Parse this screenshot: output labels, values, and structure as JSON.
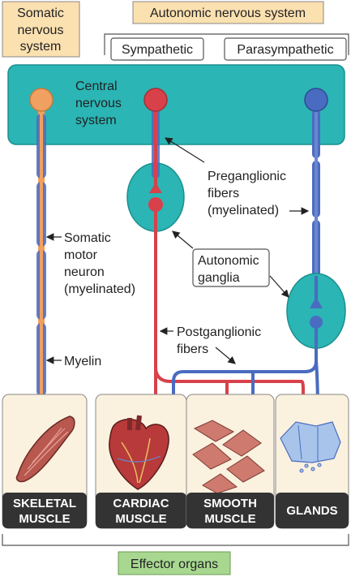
{
  "headers": {
    "somatic_line1": "Somatic",
    "somatic_line2": "nervous",
    "somatic_line3": "system",
    "autonomic": "Autonomic nervous system",
    "sympathetic": "Sympathetic",
    "parasympathetic": "Parasympathetic"
  },
  "cns": {
    "line1": "Central",
    "line2": "nervous",
    "line3": "system"
  },
  "callouts": {
    "preganglionic_line1": "Preganglionic",
    "preganglionic_line2": "fibers",
    "preganglionic_line3": "(myelinated)",
    "somatic_line1": "Somatic",
    "somatic_line2": "motor",
    "somatic_line3": "neuron",
    "somatic_line4": "(myelinated)",
    "ganglia_line1": "Autonomic",
    "ganglia_line2": "ganglia",
    "postganglionic_line1": "Postganglionic",
    "postganglionic_line2": "fibers",
    "myelin": "Myelin"
  },
  "organs": {
    "skeletal_line1": "SKELETAL",
    "skeletal_line2": "MUSCLE",
    "cardiac_line1": "CARDIAC",
    "cardiac_line2": "MUSCLE",
    "smooth_line1": "SMOOTH",
    "smooth_line2": "MUSCLE",
    "glands": "GLANDS"
  },
  "footer": "Effector organs",
  "colors": {
    "cns_fill": "#2bb5b5",
    "somatic": "#f0a060",
    "sympathetic": "#d8414a",
    "parasympathetic": "#4a6cc0",
    "header_fill": "#fbe0b0",
    "footer_fill": "#a8d890"
  }
}
